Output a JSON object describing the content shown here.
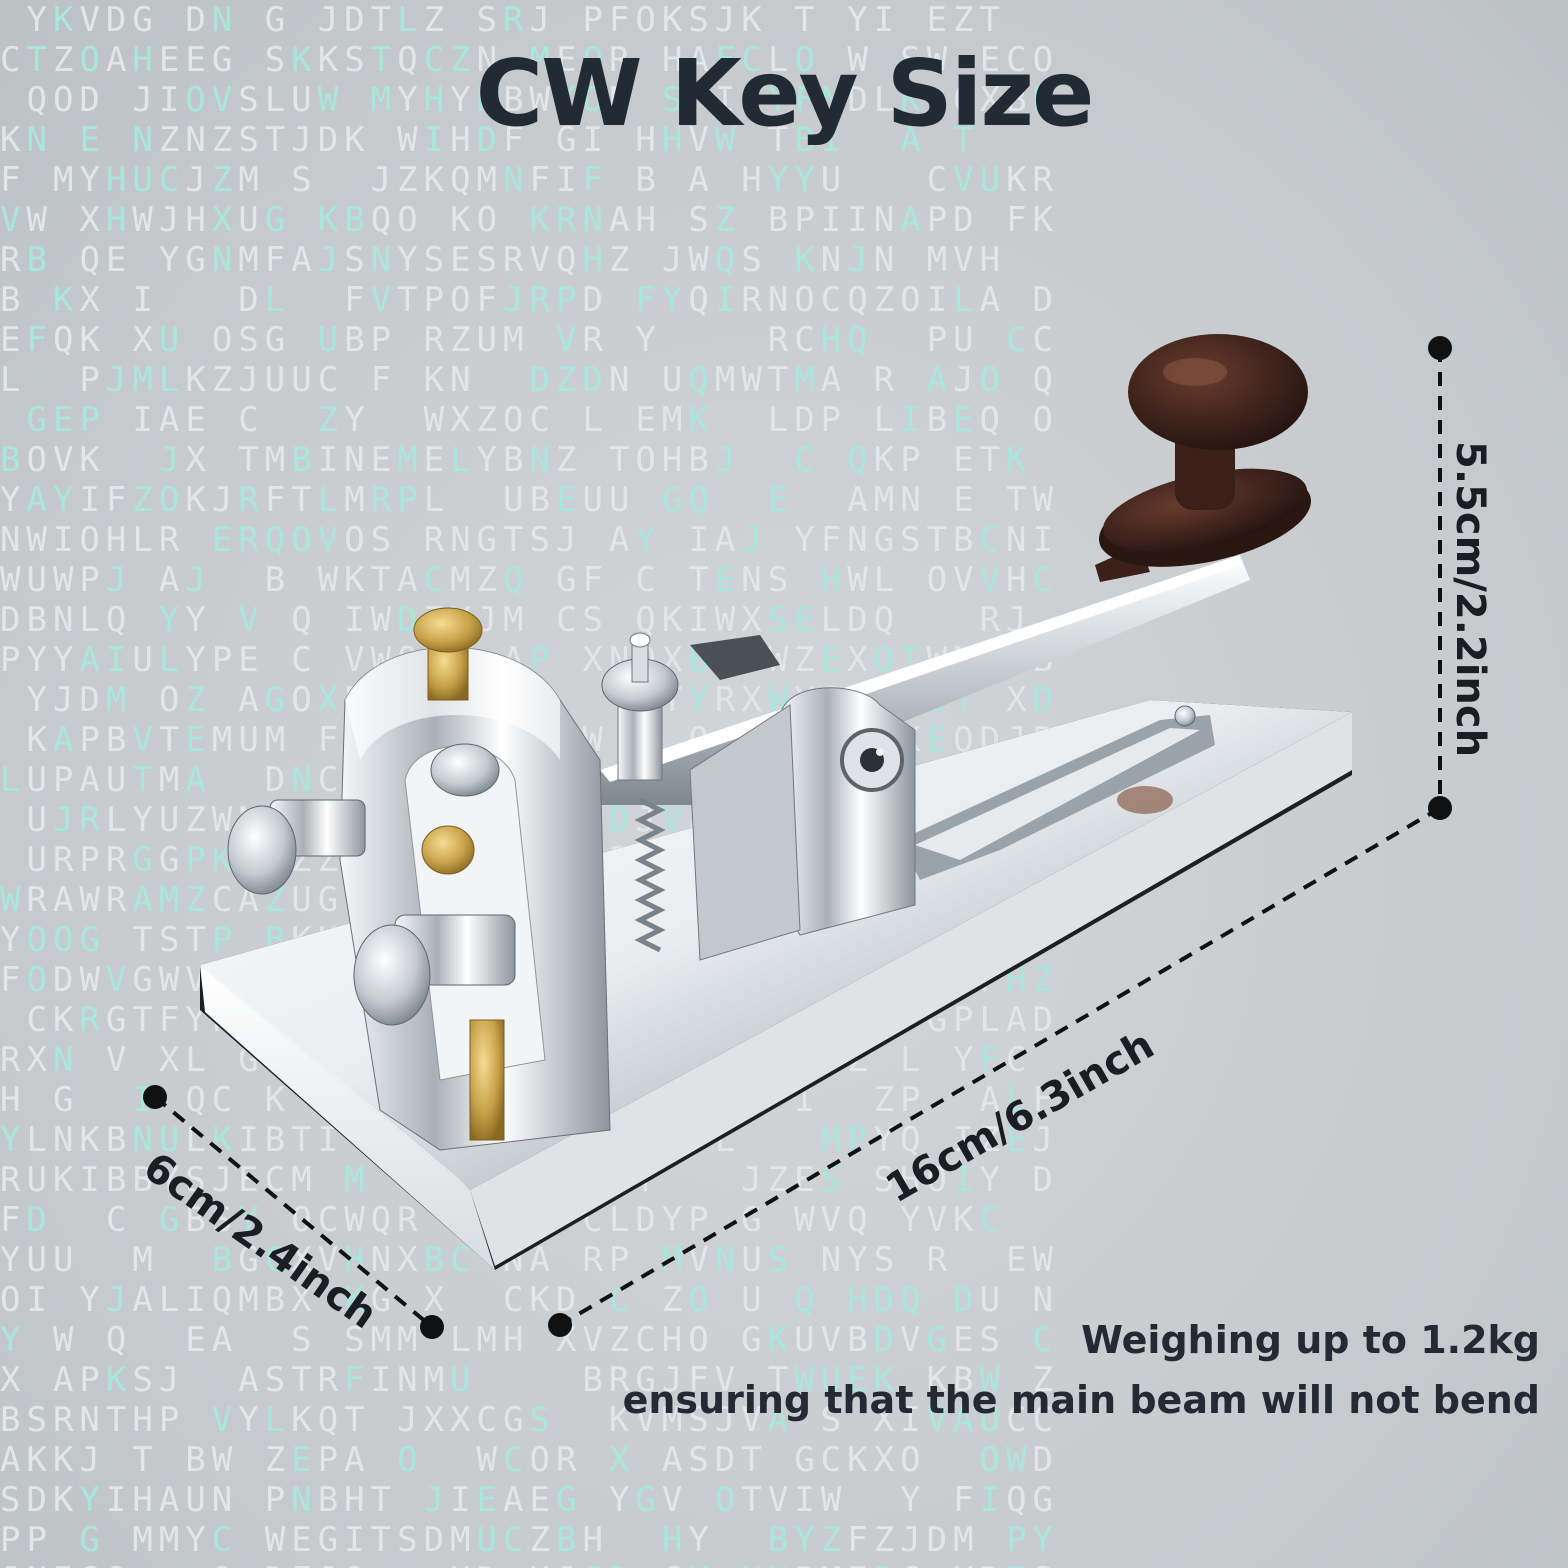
{
  "title": "CW Key Size",
  "dimensions": {
    "height": "5.5cm/2.2inch",
    "length": "16cm/6.3inch",
    "width": "6cm/2.4inch"
  },
  "captions": {
    "weight": "Weighing up to 1.2kg",
    "beam": "ensuring that the main beam will not bend"
  },
  "colors": {
    "title_text": "#222a33",
    "background": "#c9cdd0",
    "letter_white": "#e2e6e9",
    "letter_teal": "#a9e6dc",
    "knob_wood": "#4a2a22",
    "brass": "#c9a24a",
    "chrome": "#e8ecef"
  }
}
